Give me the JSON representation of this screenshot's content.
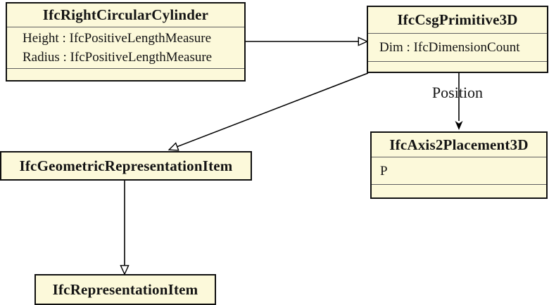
{
  "diagram": {
    "kind": "uml-class-diagram",
    "colors": {
      "box_fill": "#FCF9DA",
      "box_border": "#0F0F0F",
      "divider": "#5F5F5F",
      "line": "#000000",
      "background": "#FFFFFF"
    },
    "classes": [
      {
        "title": "IfcRightCircularCylinder",
        "attributes": [
          "Height : IfcPositiveLengthMeasure",
          "Radius : IfcPositiveLengthMeasure"
        ]
      },
      {
        "title": "IfcCsgPrimitive3D",
        "attributes": [
          "Dim : IfcDimensionCount"
        ]
      },
      {
        "title": "IfcAxis2Placement3D",
        "attributes": [
          "P"
        ]
      },
      {
        "title": "IfcGeometricRepresentationItem",
        "attributes": []
      },
      {
        "title": "IfcRepresentationItem",
        "attributes": []
      }
    ],
    "relations": [
      {
        "from": "IfcRightCircularCylinder",
        "to": "IfcCsgPrimitive3D",
        "type": "inheritance"
      },
      {
        "from": "IfcCsgPrimitive3D",
        "to": "IfcGeometricRepresentationItem",
        "type": "inheritance"
      },
      {
        "from": "IfcCsgPrimitive3D",
        "to": "IfcAxis2Placement3D",
        "type": "association",
        "label": "Position"
      },
      {
        "from": "IfcGeometricRepresentationItem",
        "to": "IfcRepresentationItem",
        "type": "inheritance"
      }
    ]
  }
}
